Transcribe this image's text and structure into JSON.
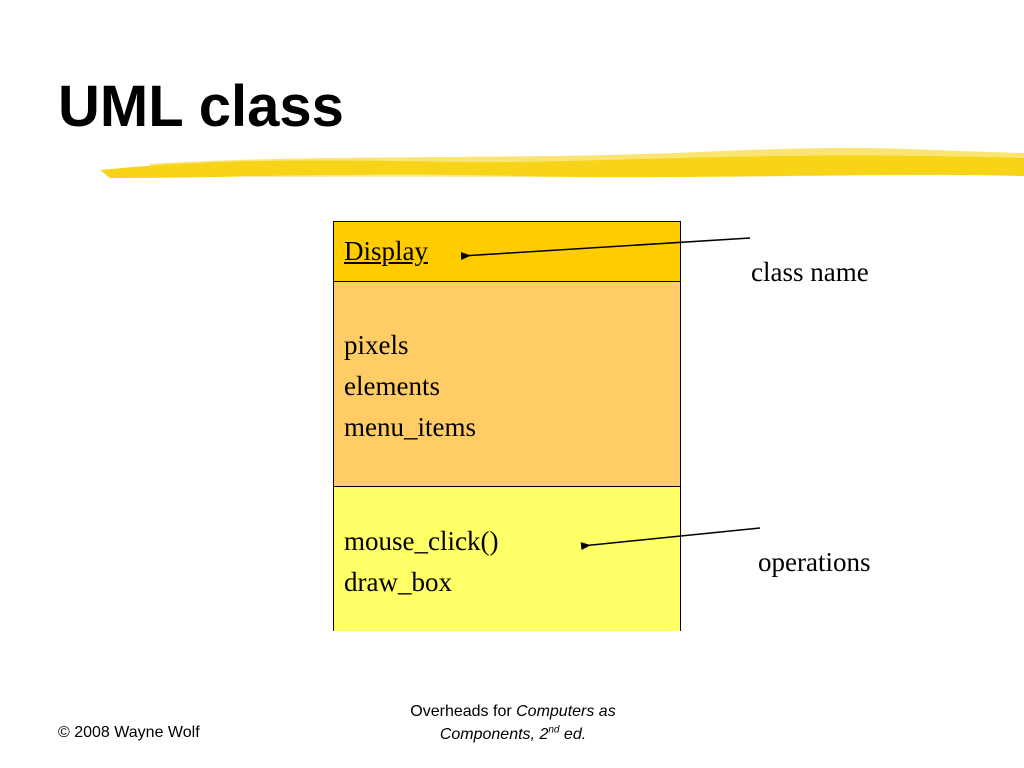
{
  "slide": {
    "title": "UML class"
  },
  "diagram": {
    "class_name": "Display",
    "attributes": [
      "pixels",
      "elements",
      "menu_items"
    ],
    "operations": [
      "mouse_click()",
      "draw_box"
    ],
    "annotations": {
      "class_name_label": "class name",
      "operations_label": "operations"
    }
  },
  "footer": {
    "copyright": "© 2008 Wayne Wolf",
    "overheads_prefix": "Overheads for ",
    "book_title_line1": "Computers as",
    "book_title_line2": "Components, 2",
    "edition_suffix": "nd",
    "edition_tail": " ed."
  },
  "colors": {
    "title_underline": "#F7D417",
    "class_name_fill": "#FFCC00",
    "attributes_fill": "#FFCC66",
    "operations_fill": "#FFFF66"
  }
}
